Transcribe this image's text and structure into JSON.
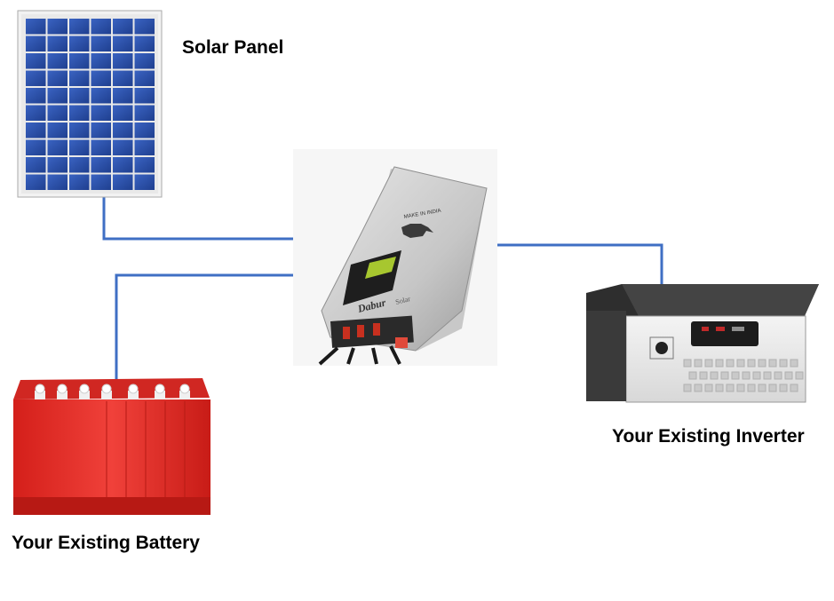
{
  "labels": {
    "solar_panel": "Solar Panel",
    "existing_inverter": "Your Existing Inverter",
    "existing_battery": "Your Existing Battery"
  },
  "device": {
    "logo_text": "MAKE IN INDIA",
    "brand_text": "Dabur Solar"
  },
  "colors": {
    "wire": "#3f6fc4",
    "panel_cell": "#2b4fa8",
    "battery": "#e8322c",
    "inverter_body": "#ebebeb",
    "controller_body": "#c9c9c9"
  }
}
